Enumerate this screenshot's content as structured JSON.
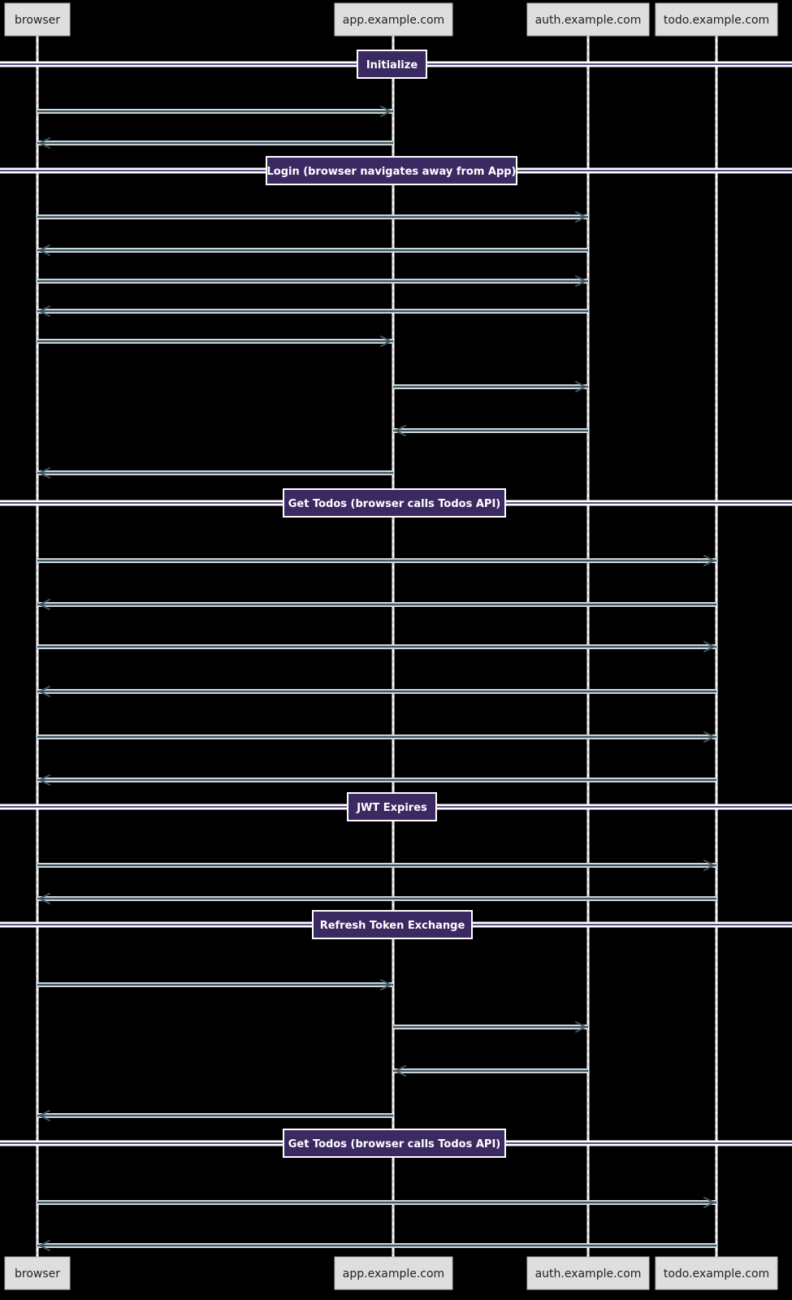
{
  "colors": {
    "background": "#000000",
    "lifeline": "#ffffff",
    "participant_fill": "#dedede",
    "divider_fill": "#3b2a62",
    "divider_rule": "#5a4a86",
    "message_line": "#3f5560",
    "message_halo": "#d3dde2"
  },
  "participants": [
    {
      "id": "browser",
      "label": "browser"
    },
    {
      "id": "app",
      "label": "app.example.com"
    },
    {
      "id": "auth",
      "label": "auth.example.com"
    },
    {
      "id": "todo",
      "label": "todo.example.com"
    }
  ],
  "sections": [
    {
      "label": "Initialize"
    },
    {
      "label": "Login (browser navigates away from App)"
    },
    {
      "label": "Get Todos (browser calls Todos API)"
    },
    {
      "label": "JWT Expires"
    },
    {
      "label": "Refresh Token Exchange"
    },
    {
      "label": "Get Todos (browser calls Todos API)"
    }
  ],
  "messages": [
    {
      "from": "browser",
      "to": "app",
      "section": 0,
      "order": 0
    },
    {
      "from": "app",
      "to": "browser",
      "section": 0,
      "order": 1
    },
    {
      "from": "browser",
      "to": "auth",
      "section": 1,
      "order": 0
    },
    {
      "from": "auth",
      "to": "browser",
      "section": 1,
      "order": 1
    },
    {
      "from": "browser",
      "to": "auth",
      "section": 1,
      "order": 2
    },
    {
      "from": "auth",
      "to": "browser",
      "section": 1,
      "order": 3
    },
    {
      "from": "browser",
      "to": "app",
      "section": 1,
      "order": 4
    },
    {
      "from": "app",
      "to": "auth",
      "section": 1,
      "order": 5
    },
    {
      "from": "auth",
      "to": "app",
      "section": 1,
      "order": 6
    },
    {
      "from": "app",
      "to": "browser",
      "section": 1,
      "order": 7
    },
    {
      "from": "browser",
      "to": "todo",
      "section": 2,
      "order": 0
    },
    {
      "from": "todo",
      "to": "browser",
      "section": 2,
      "order": 1
    },
    {
      "from": "browser",
      "to": "todo",
      "section": 2,
      "order": 2
    },
    {
      "from": "todo",
      "to": "browser",
      "section": 2,
      "order": 3
    },
    {
      "from": "browser",
      "to": "todo",
      "section": 2,
      "order": 4
    },
    {
      "from": "todo",
      "to": "browser",
      "section": 2,
      "order": 5
    },
    {
      "from": "browser",
      "to": "todo",
      "section": 3,
      "order": 0
    },
    {
      "from": "todo",
      "to": "browser",
      "section": 3,
      "order": 1
    },
    {
      "from": "browser",
      "to": "app",
      "section": 4,
      "order": 0
    },
    {
      "from": "app",
      "to": "auth",
      "section": 4,
      "order": 1
    },
    {
      "from": "auth",
      "to": "app",
      "section": 4,
      "order": 2
    },
    {
      "from": "app",
      "to": "browser",
      "section": 4,
      "order": 3
    },
    {
      "from": "browser",
      "to": "todo",
      "section": 5,
      "order": 0
    },
    {
      "from": "todo",
      "to": "browser",
      "section": 5,
      "order": 1
    }
  ]
}
